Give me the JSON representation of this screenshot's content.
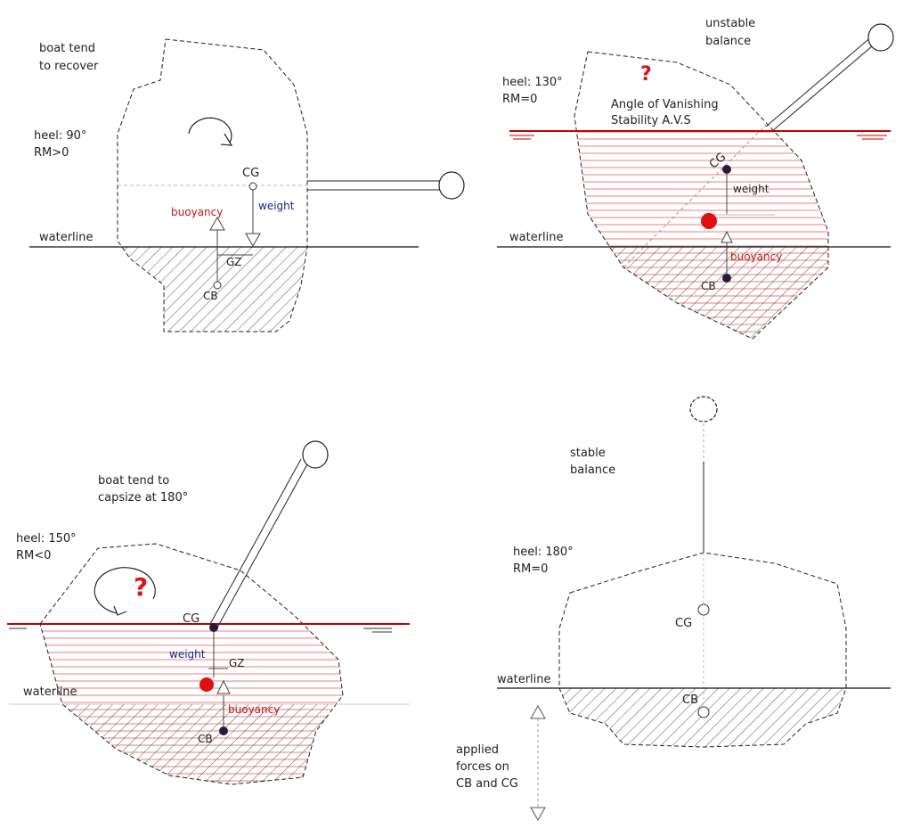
{
  "diagram": {
    "colors": {
      "water_line": "#c00000",
      "hatch": "#555555",
      "buoyancy": "#c01818",
      "weight": "#1a237e",
      "question": "#d01818",
      "cg_dot": "#2a1a3a",
      "red_ball": "#e01010"
    },
    "panel1": {
      "note_line1": "boat tend",
      "note_line2": "to recover",
      "heel": "heel: 90°",
      "rm": "RM>0",
      "cg": "CG",
      "cb": "CB",
      "gz": "GZ",
      "buoyancy": "buoyancy",
      "weight": "weight",
      "waterline": "waterline"
    },
    "panel2": {
      "note_line1": "unstable",
      "note_line2": "balance",
      "heel": "heel: 130°",
      "rm": "RM=0",
      "avs_line1": "Angle of Vanishing",
      "avs_line2": "Stability A.V.S",
      "question": "?",
      "cg": "CG",
      "cb": "CB",
      "buoyancy": "buoyancy",
      "weight": "weight",
      "waterline": "waterline"
    },
    "panel3": {
      "note_line1": "boat tend to",
      "note_line2": "capsize at 180°",
      "heel": "heel: 150°",
      "rm": "RM<0",
      "question": "?",
      "cg": "CG",
      "cb": "CB",
      "gz": "GZ",
      "buoyancy": "buoyancy",
      "weight": "weight",
      "waterline": "waterline"
    },
    "panel4": {
      "note_line1": "stable",
      "note_line2": "balance",
      "heel": "heel: 180°",
      "rm": "RM=0",
      "cg": "CG",
      "cb": "CB",
      "waterline": "waterline",
      "forces_line1": "applied",
      "forces_line2": "forces on",
      "forces_line3": "CB and CG"
    }
  }
}
